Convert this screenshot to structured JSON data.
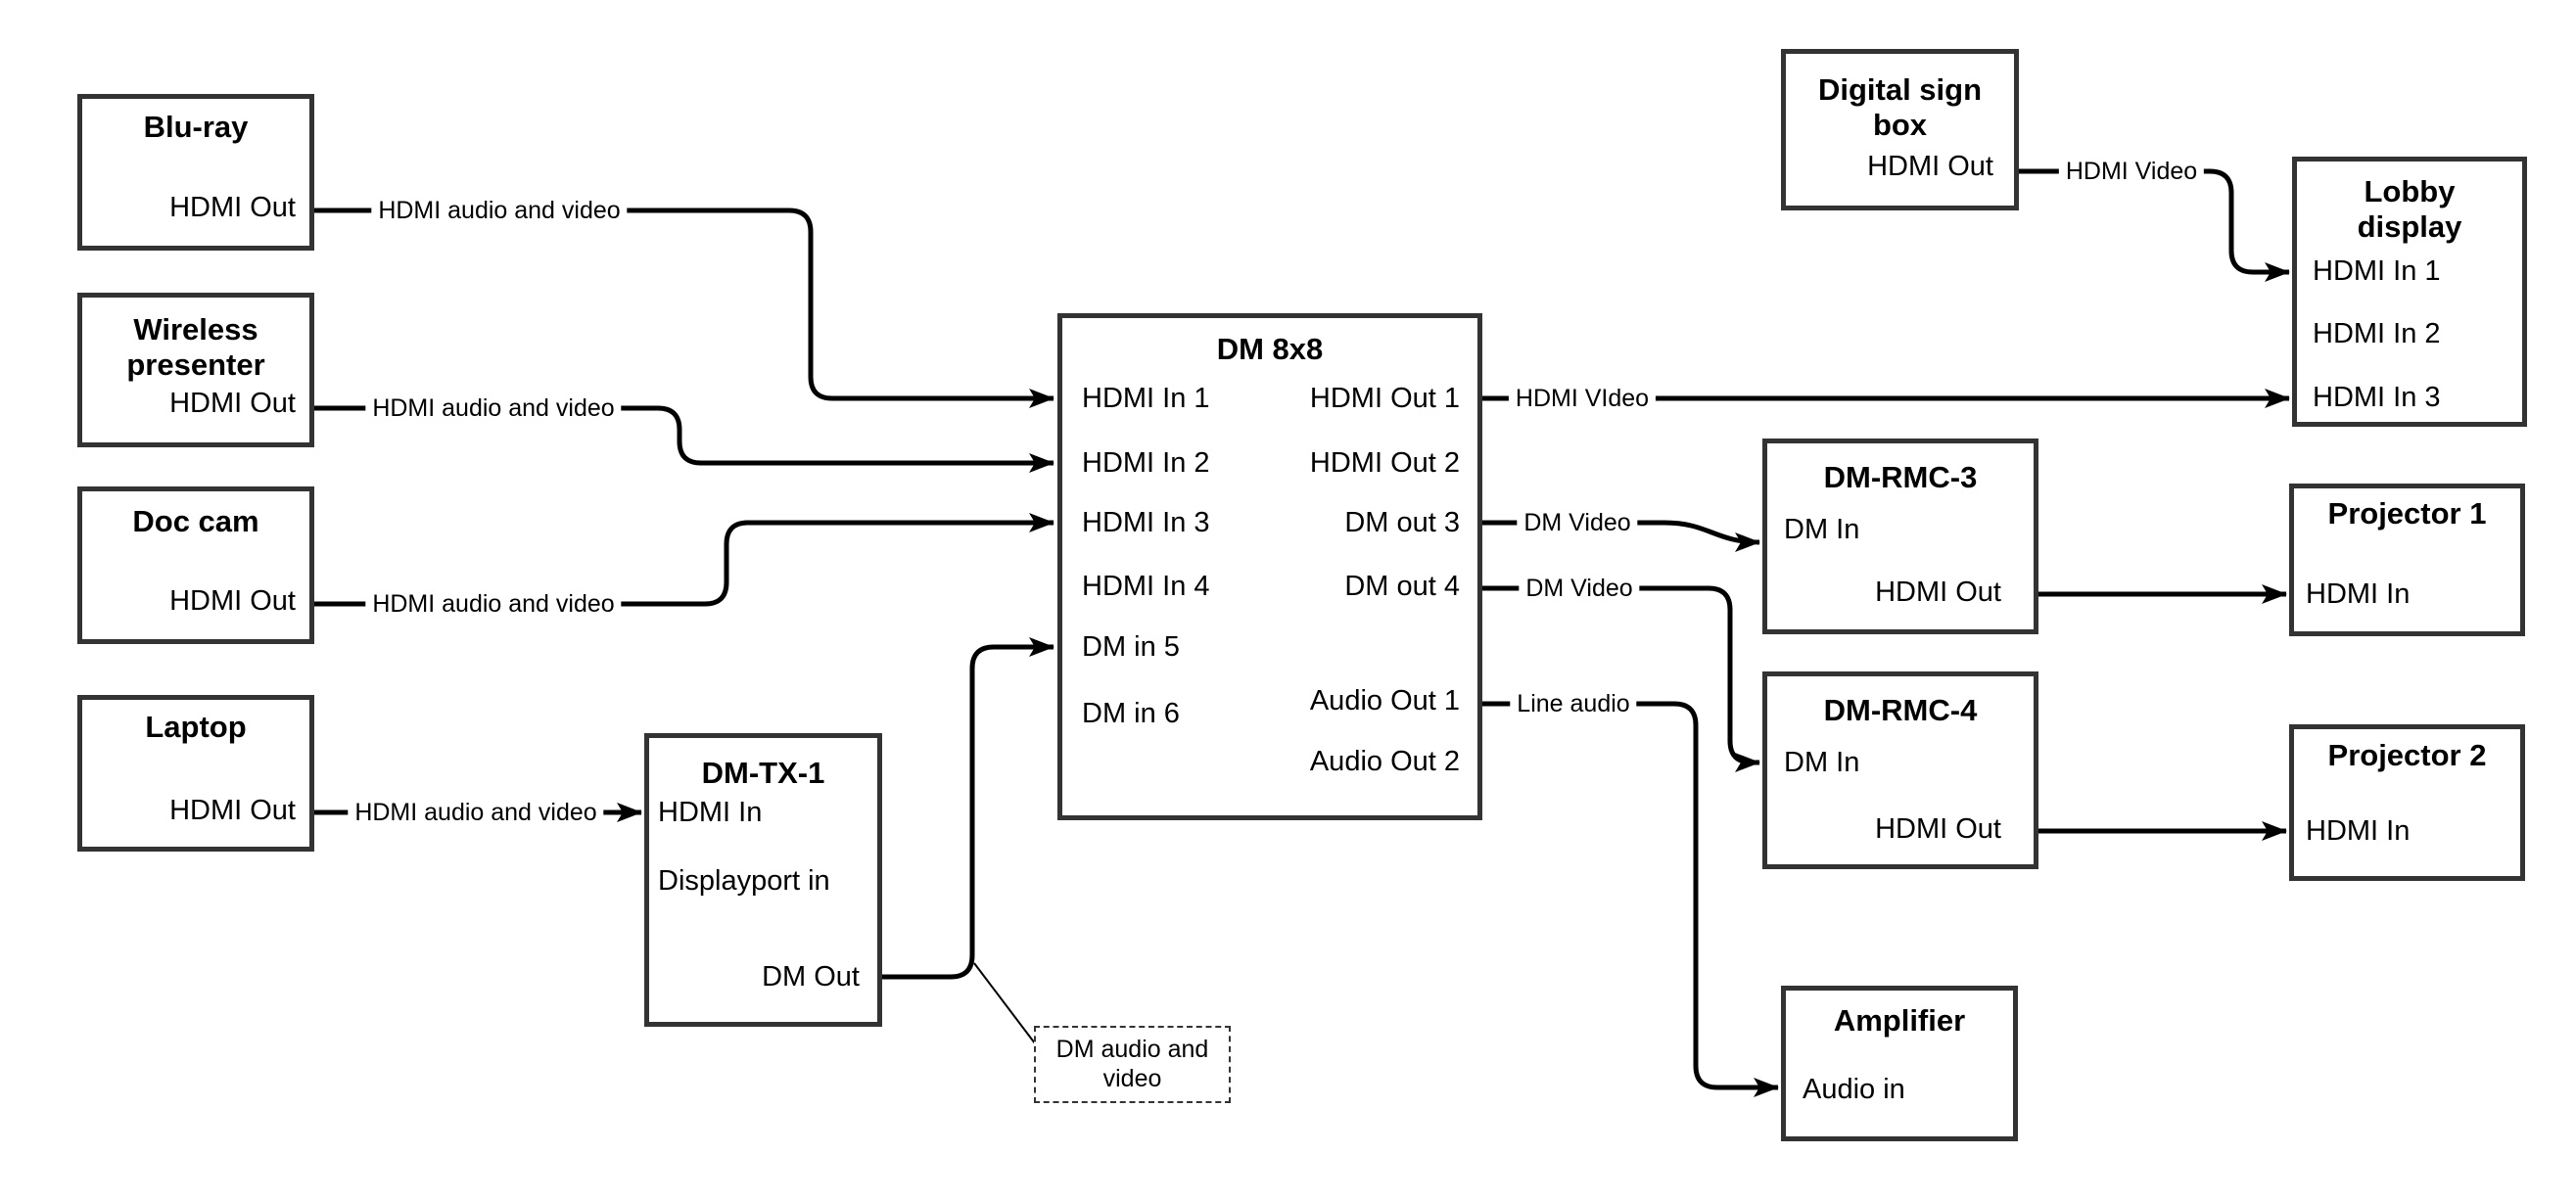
{
  "diagram": {
    "nodes": {
      "bluray": {
        "title": "Blu-ray",
        "ports": {
          "hdmi_out": "HDMI Out"
        }
      },
      "wireless_presenter": {
        "title": "Wireless presenter",
        "ports": {
          "hdmi_out": "HDMI Out"
        }
      },
      "doc_cam": {
        "title": "Doc cam",
        "ports": {
          "hdmi_out": "HDMI Out"
        }
      },
      "laptop": {
        "title": "Laptop",
        "ports": {
          "hdmi_out": "HDMI Out"
        }
      },
      "dm_tx_1": {
        "title": "DM-TX-1",
        "ports": {
          "hdmi_in": "HDMI In",
          "displayport_in": "Displayport in",
          "dm_out": "DM Out"
        }
      },
      "dm_8x8": {
        "title": "DM 8x8",
        "ports": {
          "hdmi_in_1": "HDMI In 1",
          "hdmi_in_2": "HDMI In 2",
          "hdmi_in_3": "HDMI In 3",
          "hdmi_in_4": "HDMI In 4",
          "dm_in_5": "DM in 5",
          "dm_in_6": "DM in 6",
          "hdmi_out_1": "HDMI Out 1",
          "hdmi_out_2": "HDMI Out 2",
          "dm_out_3": "DM out 3",
          "dm_out_4": "DM out 4",
          "audio_out_1": "Audio Out 1",
          "audio_out_2": "Audio Out 2"
        }
      },
      "digital_sign_box": {
        "title": "Digital sign box",
        "ports": {
          "hdmi_out": "HDMI Out"
        }
      },
      "lobby_display": {
        "title": "Lobby display",
        "ports": {
          "hdmi_in_1": "HDMI In 1",
          "hdmi_in_2": "HDMI In 2",
          "hdmi_in_3": "HDMI In 3"
        }
      },
      "dm_rmc_3": {
        "title": "DM-RMC-3",
        "ports": {
          "dm_in": "DM In",
          "hdmi_out": "HDMI Out"
        }
      },
      "projector_1": {
        "title": "Projector 1",
        "ports": {
          "hdmi_in": "HDMI In"
        }
      },
      "dm_rmc_4": {
        "title": "DM-RMC-4",
        "ports": {
          "dm_in": "DM In",
          "hdmi_out": "HDMI Out"
        }
      },
      "projector_2": {
        "title": "Projector 2",
        "ports": {
          "hdmi_in": "HDMI In"
        }
      },
      "amplifier": {
        "title": "Amplifier",
        "ports": {
          "audio_in": "Audio in"
        }
      }
    },
    "wire_labels": {
      "bluray_to_dm8x8": "HDMI audio and video",
      "wireless_to_dm8x8": "HDMI audio and video",
      "doccam_to_dm8x8": "HDMI audio and video",
      "laptop_to_dmtx": "HDMI audio and video",
      "hdmi_out1_to_lobby": "HDMI VIdeo",
      "dm_out3_to_rmc3": "DM Video",
      "dm_out4_to_rmc4": "DM Video",
      "audio_out1_to_amp": "Line audio",
      "digital_sign_to_lobby": "HDMI Video"
    },
    "annotation": {
      "dm_out_note": "DM audio and video"
    },
    "colors": {
      "wire": "#000000",
      "box_border": "#333333",
      "text": "#000000",
      "background": "#ffffff"
    }
  }
}
